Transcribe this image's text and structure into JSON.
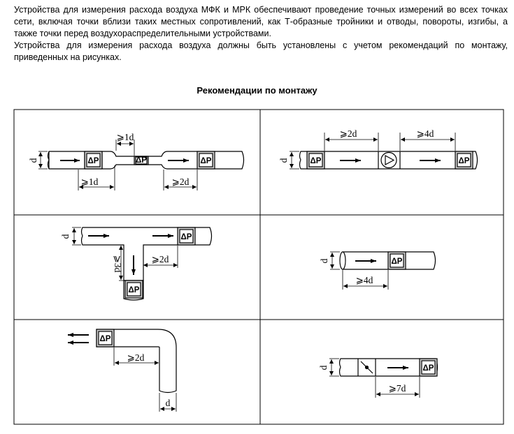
{
  "intro": {
    "p1": "Устройства для измерения расхода воздуха МФК и МРК обеспечивают проведение точных измерений во всех точках сети, включая точки вблизи таких местных сопротивлений, как Т-образные тройники и отводы, повороты, изгибы, а также точки перед воздухораспределительными устройствами.",
    "p2": "Устройства для измерения расхода воздуха должны быть установлены с учетом рекомендаций по монтажу, приведенных на рисунках."
  },
  "heading": "Рекомендации по монтажу",
  "labels": {
    "dp": "ΔP",
    "d": "d",
    "ge_1d": "⩾1d",
    "ge_2d": "⩾2d",
    "ge_3d": "⩾3d",
    "ge_4d": "⩾4d",
    "ge_7d": "⩾7d"
  }
}
